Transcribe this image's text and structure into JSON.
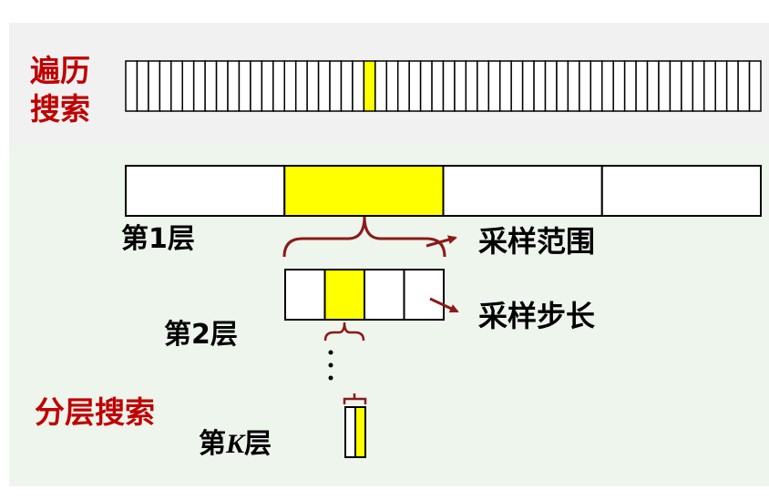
{
  "traversal": {
    "label_line1": "遍历",
    "label_line2": "搜索",
    "cell_count": 56,
    "highlight_index": 21
  },
  "hierarchical": {
    "label": "分层搜索",
    "layer1": {
      "label": "第1层",
      "cell_count": 4,
      "highlight_index": 1
    },
    "layer2": {
      "label": "第2层",
      "cell_count": 4,
      "highlight_index": 1
    },
    "layerK": {
      "label_prefix": "第",
      "label_var": "K",
      "label_suffix": "层",
      "cell_count": 2,
      "highlight_index": 1
    },
    "annotations": {
      "sampling_range": "采样范围",
      "sampling_step": "采样步长"
    },
    "ellipsis": "⋮"
  },
  "colors": {
    "highlight": "#ffff00",
    "title_red": "#c00000",
    "arrow_dark_red": "#8b1a1a",
    "top_background": "#f1f1f1",
    "bottom_background": "#edf5ec"
  }
}
